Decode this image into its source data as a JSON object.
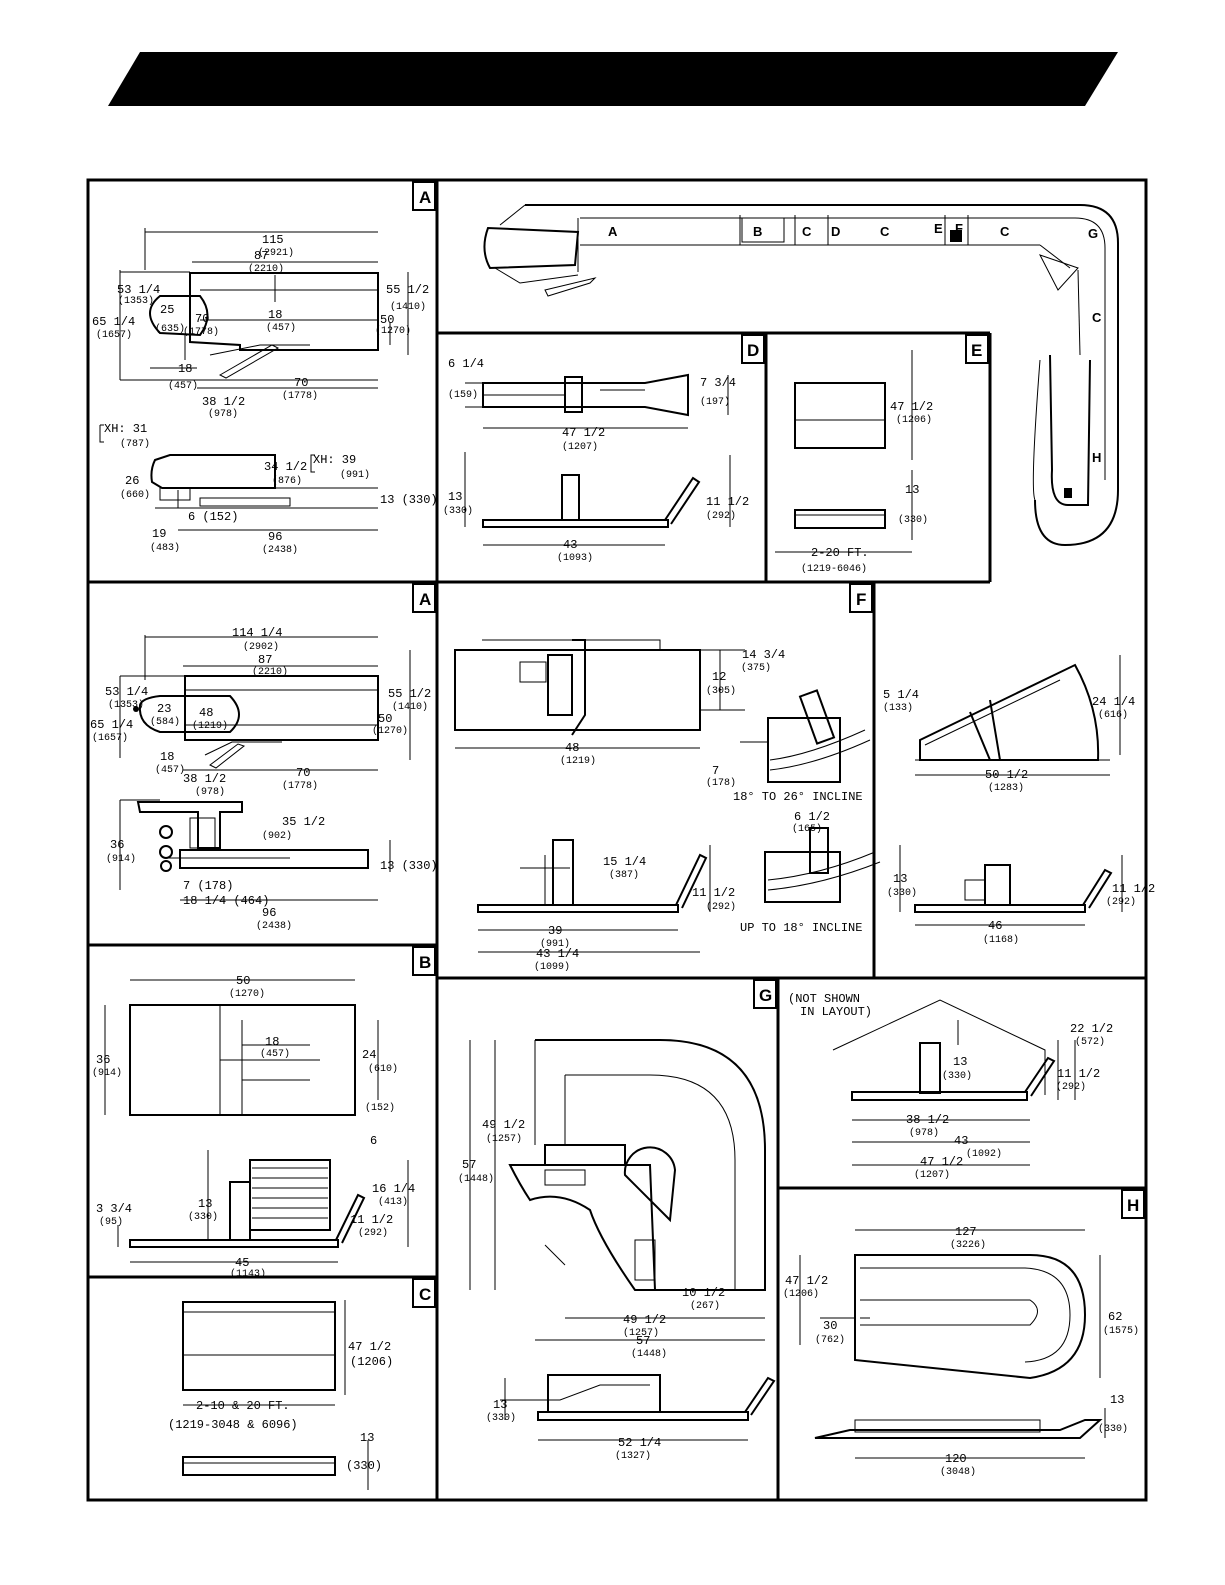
{
  "header": {
    "banner_color": "#000000"
  },
  "panel_labels": {
    "a_top": "A",
    "a_bottom": "A",
    "b": "B",
    "c": "C",
    "d": "D",
    "e": "E",
    "f": "F",
    "g": "G",
    "h": "H"
  },
  "layout_labels": [
    "A",
    "B",
    "C",
    "D",
    "C",
    "E",
    "F",
    "C",
    "G",
    "C",
    "H"
  ],
  "a_top": {
    "d115": "115",
    "d115m": "(2921)",
    "d87": "87",
    "d87m": "(2210)",
    "d53": "53 1/4",
    "d53m": "(1353)",
    "d65": "65 1/4",
    "d65m": "(1657)",
    "d25": "25",
    "d25m": "(635)",
    "d70a": "70",
    "d70am": "(1778)",
    "d18a": "18",
    "d18am": "(457)",
    "d55": "55 1/2",
    "d55m": "(1410)",
    "d50": "50",
    "d50m": "(1270)",
    "d18b": "18",
    "d18bm": "(457)",
    "d38": "38 1/2",
    "d38m": "(978)",
    "d70b": "70",
    "d70bm": "(1778)",
    "xh31": "XH: 31",
    "xh31m": "(787)",
    "d26": "26",
    "d26m": "(660)",
    "d34": "34 1/2",
    "d34m": "(876)",
    "xh39": "XH: 39",
    "xh39m": "(991)",
    "d13": "13 (330)",
    "d6": "6 (152)",
    "d19": "19",
    "d19m": "(483)",
    "d96": "96",
    "d96m": "(2438)"
  },
  "a_bottom": {
    "d114": "114 1/4",
    "d114m": "(2902)",
    "d87": "87",
    "d87m": "(2210)",
    "d53": "53 1/4",
    "d53m": "(1353)",
    "d65": "65 1/4",
    "d65m": "(1657)",
    "d23": "23",
    "d23m": "(584)",
    "d48": "48",
    "d48m": "(1219)",
    "d55": "55 1/2",
    "d55m": "(1410)",
    "d50": "50",
    "d50m": "(1270)",
    "d18": "18",
    "d18m": "(457)",
    "d38": "38 1/2",
    "d38m": "(978)",
    "d70": "70",
    "d70m": "(1778)",
    "d35": "35 1/2",
    "d35m": "(902)",
    "d36": "36",
    "d36m": "(914)",
    "d13": "13 (330)",
    "d7": "7 (178)",
    "d18b": "18 1/4 (464)",
    "d96": "96",
    "d96m": "(2438)"
  },
  "b": {
    "d50": "50",
    "d50m": "(1270)",
    "d36": "36",
    "d36m": "(914)",
    "d18": "18",
    "d18m": "(457)",
    "d24": "24",
    "d24m": "(610)",
    "d152": "(152)",
    "d6": "6",
    "d3": "3 3/4",
    "d3m": "(95)",
    "d13": "13",
    "d13m": "(330)",
    "d16": "16 1/4",
    "d16m": "(413)",
    "d11": "11 1/2",
    "d11m": "(292)",
    "d45": "45",
    "d45m": "(1143)"
  },
  "c": {
    "d47": "47 1/2",
    "d47m": "(1206)",
    "len": "2-10 & 20 FT.",
    "lenm": "(1219-3048 & 6096)",
    "d13": "13",
    "d13m": "(330)"
  },
  "d": {
    "d6": "6 1/4",
    "d6m": "(159)",
    "d7": "7 3/4",
    "d7m": "(197)",
    "d47": "47 1/2",
    "d47m": "(1207)",
    "d13": "13",
    "d13m": "(330)",
    "d11": "11 1/2",
    "d11m": "(292)",
    "d43": "43",
    "d43m": "(1093)"
  },
  "e": {
    "d47": "47 1/2",
    "d47m": "(1206)",
    "d13": "13",
    "d13m": "(330)",
    "len": "2-20 FT.",
    "lenm": "(1219-6046)"
  },
  "f": {
    "d14": "14 3/4",
    "d14m": "(375)",
    "d12": "12",
    "d12m": "(305)",
    "d48": "48",
    "d48m": "(1219)",
    "d7": "7",
    "d7m": "(178)",
    "incl1": "18° TO 26° INCLINE",
    "d6": "6 1/2",
    "d6m": "(165)",
    "d15": "15 1/4",
    "d15m": "(387)",
    "d11": "11 1/2",
    "d11m": "(292)",
    "d39": "39",
    "d39m": "(991)",
    "d43": "43 1/4",
    "d43m": "(1099)",
    "incl2": "UP TO 18° INCLINE"
  },
  "f2": {
    "d5": "5 1/4",
    "d5m": "(133)",
    "d24": "24 1/4",
    "d24m": "(616)",
    "d50": "50 1/2",
    "d50m": "(1283)",
    "d13": "13",
    "d13m": "(330)",
    "d11": "11 1/2",
    "d11m": "(292)",
    "d46": "46",
    "d46m": "(1168)"
  },
  "g": {
    "d49v": "49 1/2",
    "d49vm": "(1257)",
    "d57v": "57",
    "d57vm": "(1448)",
    "d10": "10 1/2",
    "d10m": "(267)",
    "d49h": "49 1/2",
    "d49hm": "(1257)",
    "d57h": "57",
    "d57hm": "(1448)",
    "d13": "13",
    "d13m": "(330)",
    "d52": "52 1/4",
    "d52m": "(1327)"
  },
  "g2": {
    "note": "(NOT SHOWN",
    "note2": "IN LAYOUT)",
    "d22": "22 1/2",
    "d22m": "(572)",
    "d13": "13",
    "d13m": "(330)",
    "d11": "11 1/2",
    "d11m": "(292)",
    "d38": "38 1/2",
    "d38m": "(978)",
    "d43": "43",
    "d43m": "(1092)",
    "d47": "47 1/2",
    "d47m": "(1207)"
  },
  "h": {
    "d127": "127",
    "d127m": "(3226)",
    "d47": "47 1/2",
    "d47m": "(1206)",
    "d30": "30",
    "d30m": "(762)",
    "d62": "62",
    "d62m": "(1575)",
    "d13": "13",
    "d13m": "(330)",
    "d120": "120",
    "d120m": "(3048)"
  }
}
